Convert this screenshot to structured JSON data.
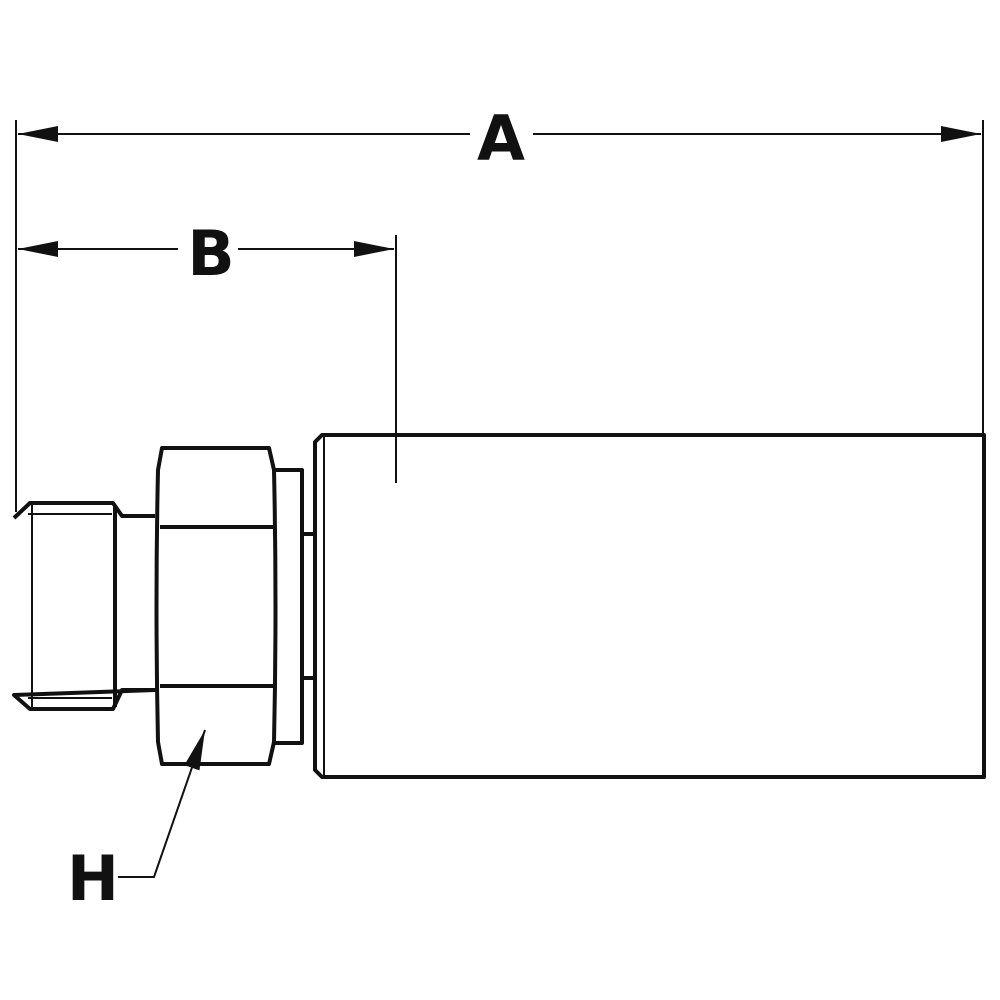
{
  "drawing": {
    "dimensions": {
      "overall_length": "A",
      "hex_end_length": "B",
      "hex_size": "H"
    },
    "colors": {
      "line": "#111111",
      "background": "#ffffff"
    }
  }
}
